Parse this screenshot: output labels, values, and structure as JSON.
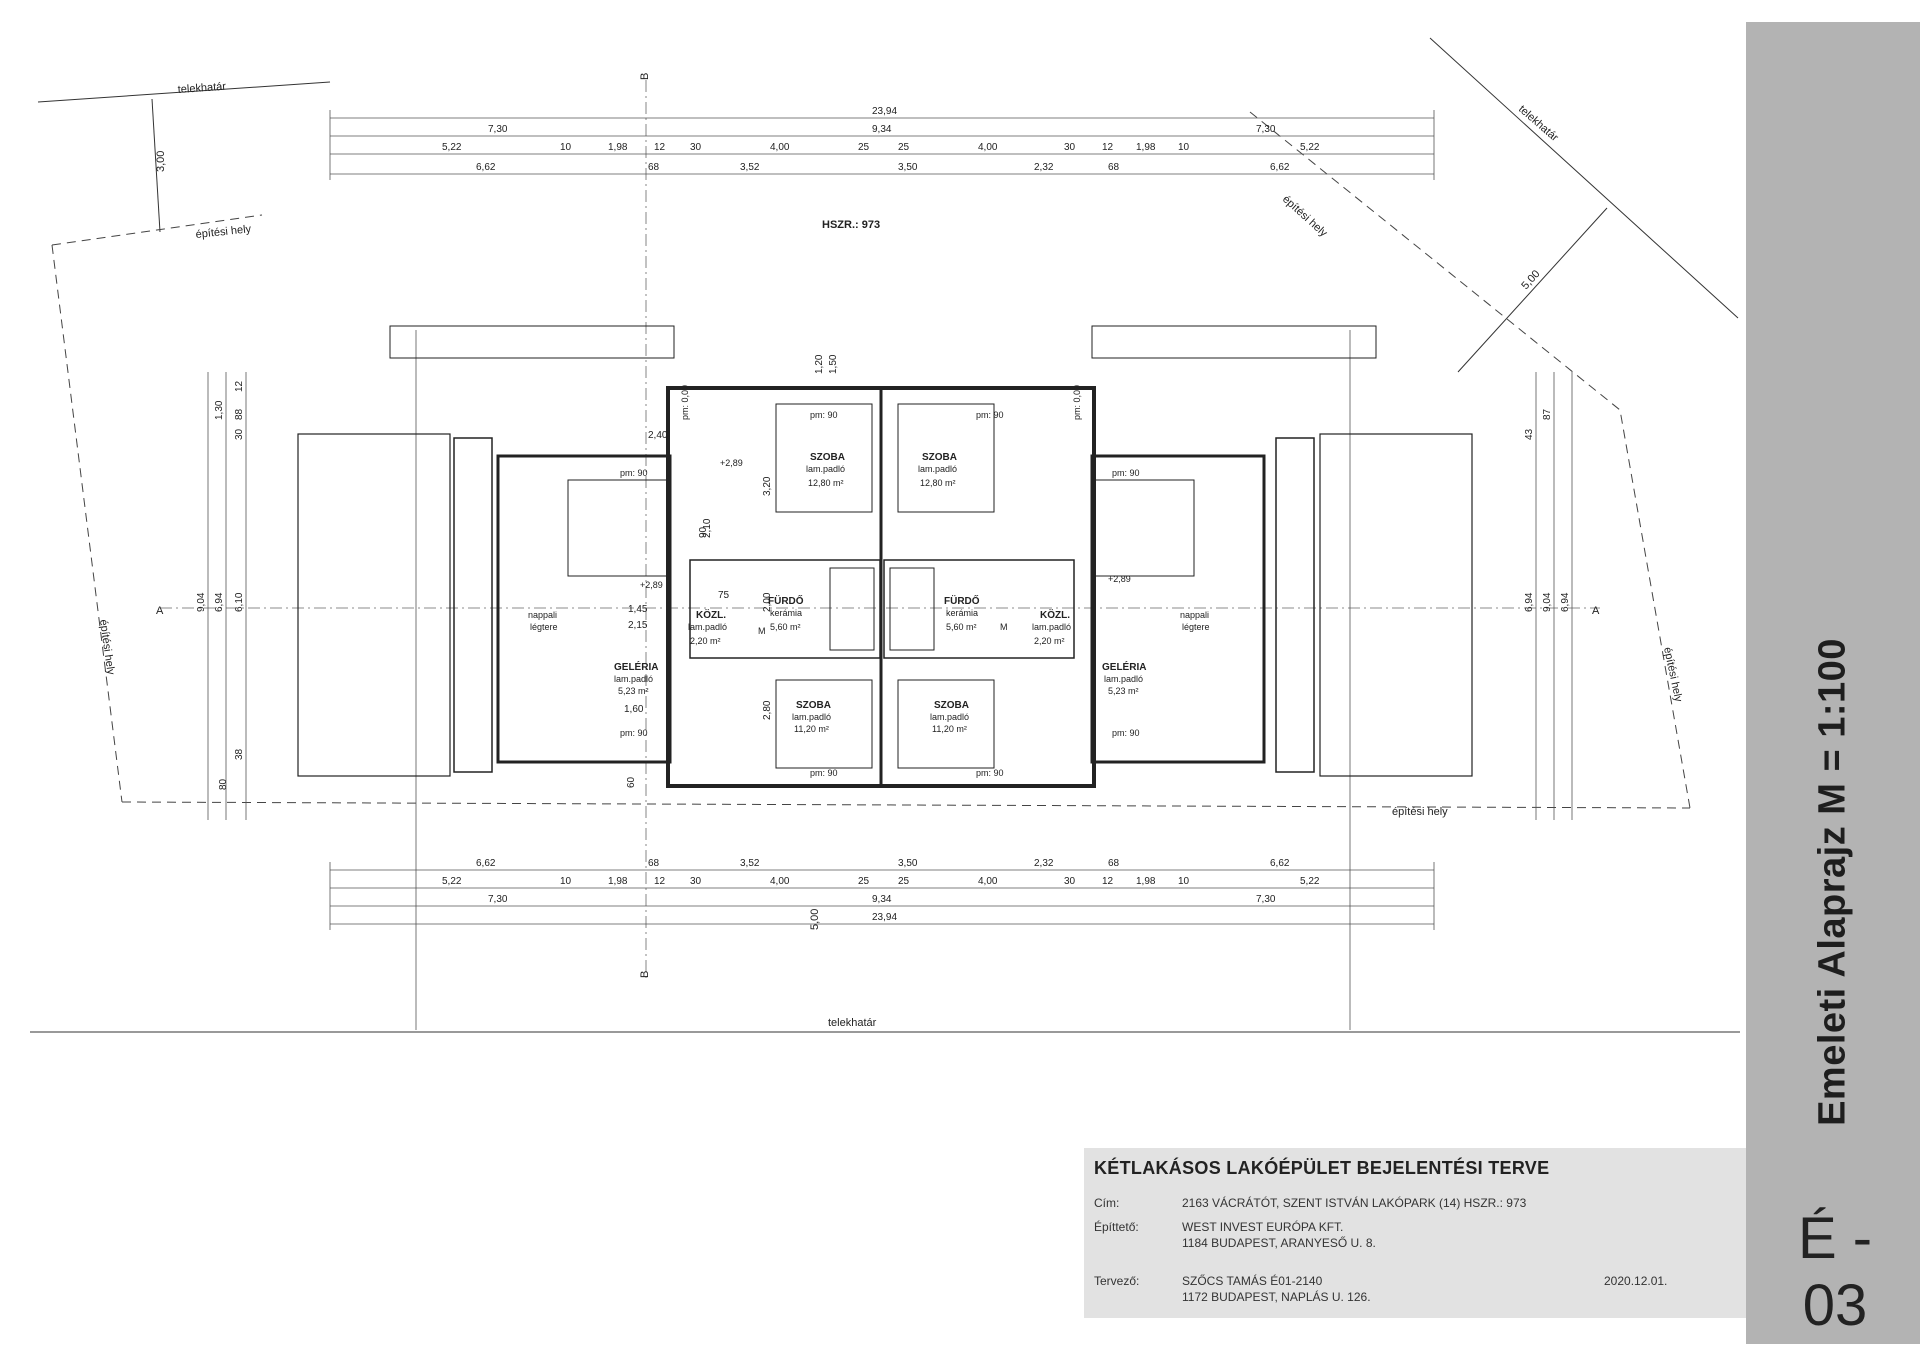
{
  "sheet": {
    "vertical_title": "Emeleti Alaprajz  M = 1:100",
    "sheet_number": "É - 03"
  },
  "titleblock": {
    "title": "KÉTLAKÁSOS LAKÓÉPÜLET BEJELENTÉSI TERVE",
    "address_label": "Cím:",
    "address": "2163 VÁCRÁTÓT, SZENT ISTVÁN LAKÓPARK (14) HSZR.: 973",
    "builder_label": "Építtető:",
    "builder_name": "WEST INVEST EURÓPA KFT.",
    "builder_address": "1184 BUDAPEST, ARANYESŐ U. 8.",
    "designer_label": "Tervező:",
    "designer_name": "SZŐCS TAMÁS        É01-2140",
    "designer_address": "1172 BUDAPEST, NAPLÁS U. 126.",
    "date": "2020.12.01."
  },
  "site": {
    "plot_line": "telekhatár",
    "building_zone": "építési hely",
    "parcel": "HSZR.: 973",
    "section_a": "A",
    "section_b": "B",
    "north": "É"
  },
  "rooms": {
    "szoba": "SZOBA",
    "furdo": "FÜRDŐ",
    "kozl": "KÖZL.",
    "geleria": "GELÉRIA",
    "nappali": "nappali",
    "legtere": "légtere",
    "lam": "lam.padló",
    "keramia": "kerámia",
    "area_1280": "12,80 m²",
    "area_1120": "11,20 m²",
    "area_560": "5,60 m²",
    "area_220": "2,20 m²",
    "area_523": "5,23 m²",
    "pm90": "pm: 90",
    "pm000": "pm: 0,00",
    "lvl": "+2,89",
    "m": "M"
  },
  "dims": {
    "top": {
      "r1": [
        "23,94"
      ],
      "r2": [
        "7,30",
        "9,34",
        "7,30"
      ],
      "r3": [
        "5,22",
        "10",
        "1,98",
        "12",
        "30",
        "4,00",
        "25",
        "25",
        "4,00",
        "30",
        "12",
        "1,98",
        "10",
        "5,22"
      ],
      "r4": [
        "6,62",
        "68",
        "3,52",
        "3,50",
        "2,32",
        "68",
        "6,62"
      ]
    },
    "bottom": {
      "r1": [
        "6,62",
        "68",
        "3,52",
        "3,50",
        "2,32",
        "68",
        "6,62"
      ],
      "r2": [
        "5,22",
        "10",
        "1,98",
        "12",
        "30",
        "4,00",
        "25",
        "25",
        "4,00",
        "30",
        "12",
        "1,98",
        "10",
        "5,22"
      ],
      "r3": [
        "7,30",
        "9,34",
        "7,30"
      ],
      "r4": [
        "23,94"
      ]
    },
    "left_total": "9,04",
    "left_a": "6,94",
    "left_b": "6,10",
    "right_total": "9,04",
    "right_a": "6,94",
    "right_b": "6,94",
    "setback_top": "3,00",
    "setback_bottom": "5,00",
    "setback_right": "5,00",
    "interior": [
      "1,50",
      "1,20",
      "1,30",
      "30",
      "43",
      "88",
      "87",
      "12",
      "1,45",
      "2,15",
      "2,10",
      "75",
      "90",
      "3,20",
      "2,80",
      "1,60",
      "60",
      "2,40",
      "2,00",
      "80",
      "38"
    ]
  }
}
